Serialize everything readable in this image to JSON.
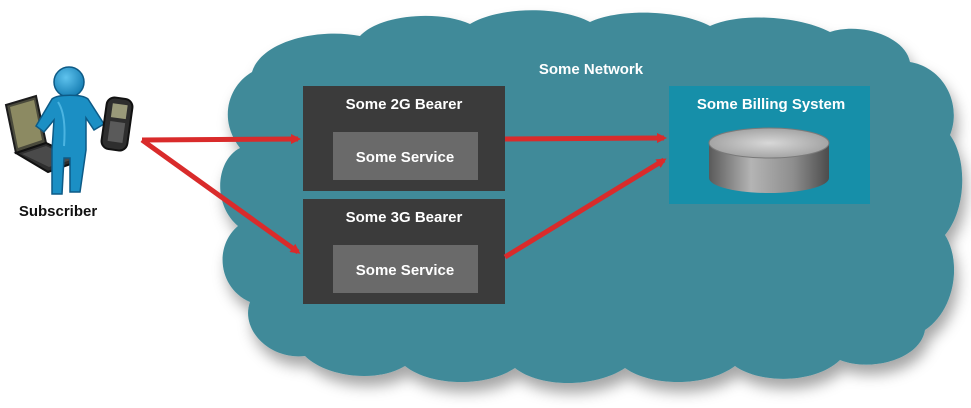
{
  "network": {
    "label": "Some Network",
    "color": "#3f8a99"
  },
  "subscriber": {
    "label": "Subscriber",
    "figure_color": "#1b8fc4"
  },
  "bearers": [
    {
      "title": "Some 2G Bearer",
      "service_label": "Some Service"
    },
    {
      "title": "Some 3G Bearer",
      "service_label": "Some Service"
    }
  ],
  "billing": {
    "title": "Some Billing System",
    "color": "#168fa9",
    "icon": "database-icon"
  },
  "colors": {
    "bearer_box": "#3b3b3b",
    "service_box": "#6a6a6a",
    "arrow": "#d92b2b",
    "text_white": "#ffffff",
    "text_dark": "#111111"
  },
  "icons": [
    "person-icon",
    "laptop-icon",
    "mobile-phone-icon",
    "database-icon",
    "arrow-icon"
  ]
}
